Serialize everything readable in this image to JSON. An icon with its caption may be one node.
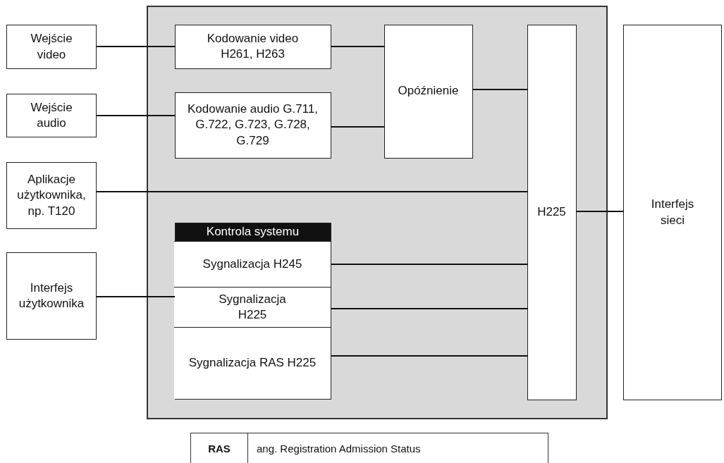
{
  "diagram": {
    "nodes": [
      {
        "text": [],
        "shape": "box"
      },
      {
        "text": [
          "Wejście video"
        ]
      },
      {
        "text": [
          "Kodowanie video H261, H263"
        ],
        "in": 0
      },
      {
        "text": [
          "Opóźnienie"
        ],
        "in": 0
      },
      {
        "text": [
          "H225"
        ],
        "in": 0
      },
      {
        "text": [
          "Interfejs sieci"
        ]
      },
      {
        "text": [
          "Wejście audio"
        ]
      },
      {
        "text": [
          "Kodowanie audio G.711, G.722, G.723, G.728, G.729"
        ],
        "in": 0
      },
      {
        "text": [
          "Aplikacje użytkownika, np. T120"
        ]
      },
      {
        "text": [
          "Kontrola systemu"
        ],
        "in": 0
      },
      {
        "text": [
          "Sygnalizacja H245"
        ],
        "in": 9
      },
      {
        "text": [
          "Interfejs użytkownika"
        ]
      },
      {
        "text": [
          "Sygnalizacja H225"
        ],
        "in": 9
      },
      {
        "text": [
          "Sygnalizacja RAS H225"
        ],
        "in": 9
      }
    ],
    "edges": [
      {
        "from": 1,
        "to": 2,
        "arrow": "none"
      },
      {
        "from": 6,
        "to": 7,
        "arrow": "none"
      },
      {
        "from": 2,
        "to": 3,
        "arrow": "none"
      },
      {
        "from": 7,
        "to": 3,
        "arrow": "none"
      },
      {
        "from": 3,
        "to": 4,
        "arrow": "none"
      },
      {
        "from": 8,
        "to": 4,
        "arrow": "none"
      },
      {
        "from": 11,
        "to": 9,
        "arrow": "none"
      },
      {
        "from": 10,
        "to": 4,
        "arrow": "none"
      },
      {
        "from": 12,
        "to": 4,
        "arrow": "none"
      },
      {
        "from": 13,
        "to": 4,
        "arrow": "none"
      },
      {
        "from": 4,
        "to": 5,
        "arrow": "none"
      }
    ],
    "labels": [
      "RAS",
      "ang. Registration Admission Status"
    ]
  }
}
